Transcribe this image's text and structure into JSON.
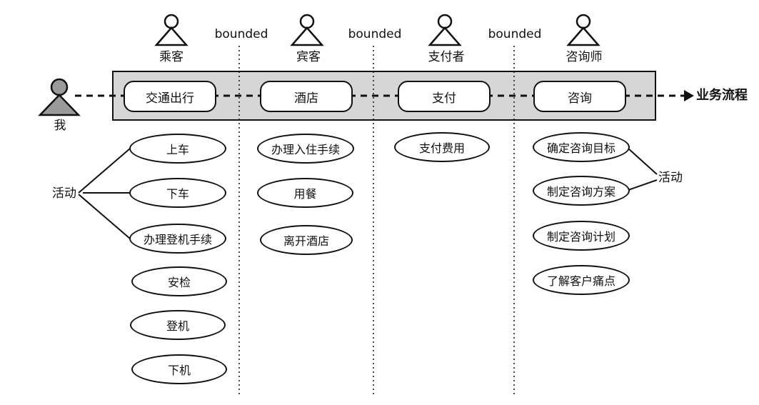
{
  "boundary_label": "bounded",
  "me": {
    "label": "我"
  },
  "flow_label": "业务流程",
  "activity_label": "活动",
  "columns": [
    {
      "actor": "乘客",
      "domain": "交通出行",
      "activities": [
        "上车",
        "下车",
        "办理登机手续",
        "安检",
        "登机",
        "下机"
      ]
    },
    {
      "actor": "宾客",
      "domain": "酒店",
      "activities": [
        "办理入住手续",
        "用餐",
        "离开酒店"
      ]
    },
    {
      "actor": "支付者",
      "domain": "支付",
      "activities": [
        "支付费用"
      ]
    },
    {
      "actor": "咨询师",
      "domain": "咨询",
      "activities": [
        "确定咨询目标",
        "制定咨询方案",
        "制定咨询计划",
        "了解客户痛点"
      ]
    }
  ],
  "colors": {
    "me_fill": "#9a9a9a",
    "band_fill": "#d6d6d6",
    "stroke": "#111111"
  }
}
